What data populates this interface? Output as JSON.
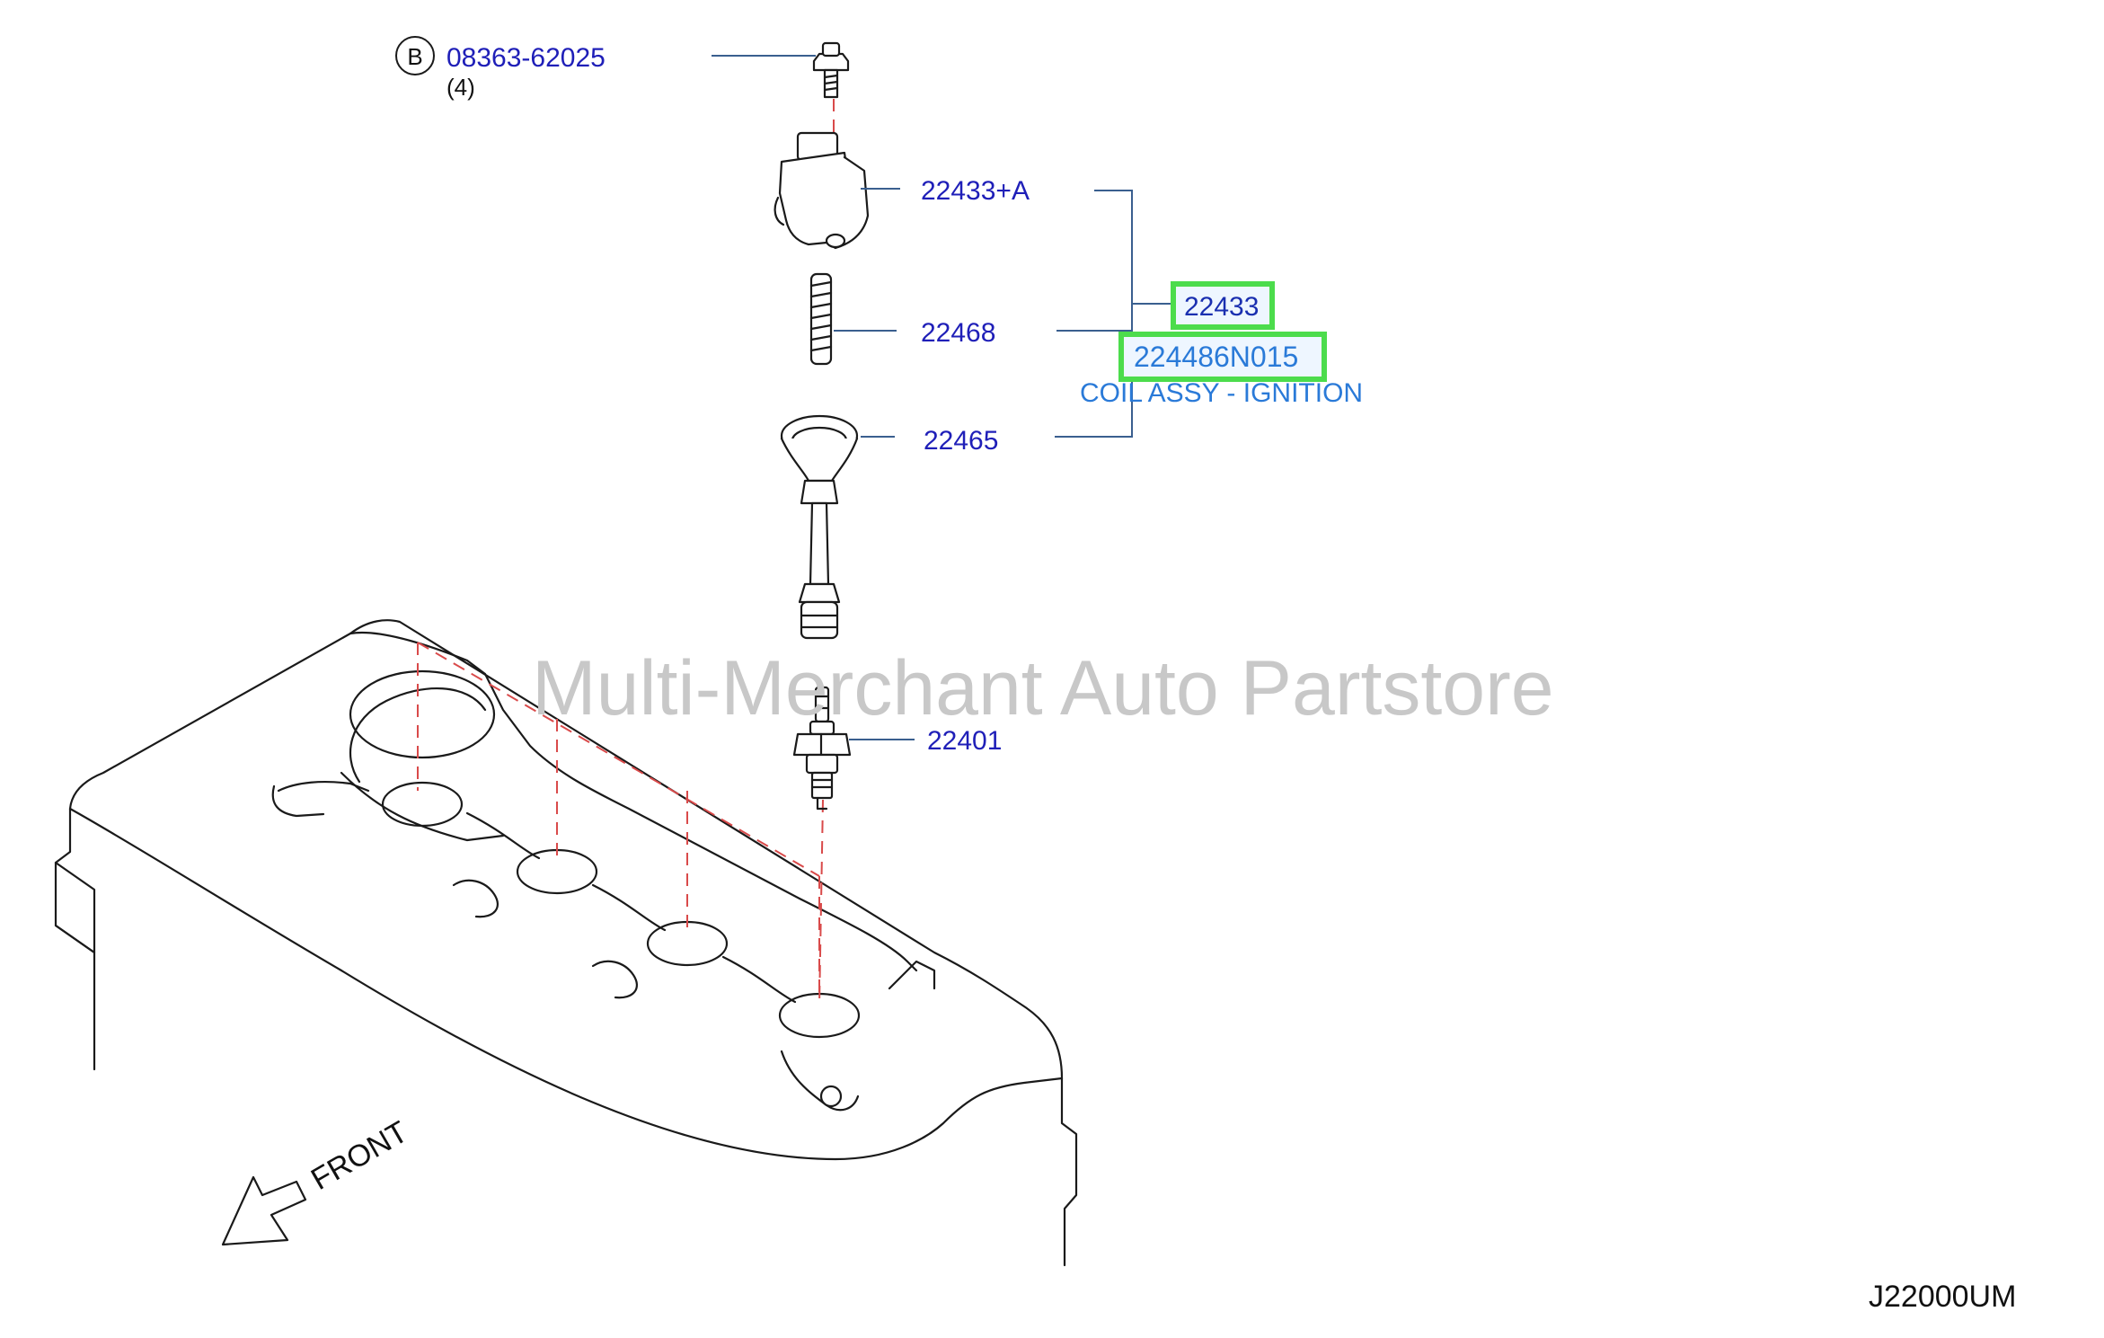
{
  "callout_bolt": {
    "circle_letter": "B",
    "part_number": "08363-62025",
    "quantity": "(4)"
  },
  "callouts": [
    {
      "id": "coil-upper",
      "label": "22433+A"
    },
    {
      "id": "spring",
      "label": "22468"
    },
    {
      "id": "boot",
      "label": "22465"
    },
    {
      "id": "spark-plug",
      "label": "22401"
    }
  ],
  "assembly": {
    "group_number": "22433",
    "part_number": "224486N015",
    "description": "COIL ASSY - IGNITION",
    "highlight_color": "#4cdc4c"
  },
  "watermark": "Multi-Merchant Auto Partstore",
  "front_label": "FRONT",
  "diagram_code": "J22000UM",
  "colors": {
    "part_number_text": "#1f1fb8",
    "assembly_text": "#2a7ad8",
    "leader_line": "#3a5f8f",
    "center_dash": "#d94a4a"
  }
}
